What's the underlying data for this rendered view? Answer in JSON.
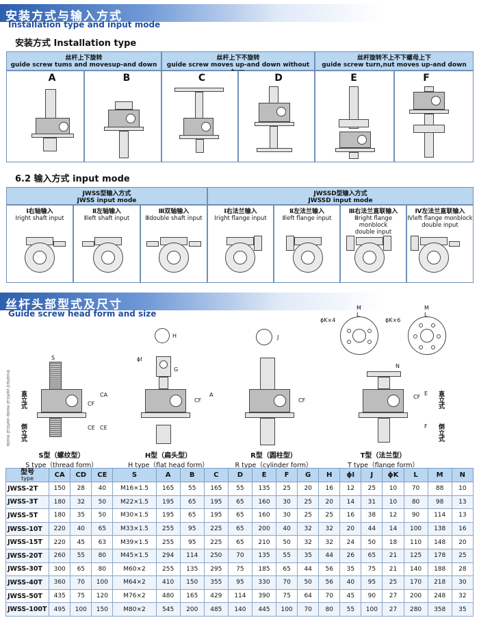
{
  "section1": {
    "title_zh": "安装方式与输入方式",
    "title_en": "Installation type and input mode",
    "install_heading": "安装方式  Installation type",
    "groups": [
      {
        "zh": "丝杆上下旋转",
        "en": "guide screw tums and movesup-and down"
      },
      {
        "zh": "丝杆上下不旋转",
        "en": "guide screw moves up-and down without tum"
      },
      {
        "zh": "丝杆旋转不上不下螺母上下",
        "en": "guide screw turn,nut moves up-and down"
      }
    ],
    "letters": [
      "A",
      "B",
      "C",
      "D",
      "E",
      "F"
    ],
    "input_heading": "6.2 输入方式  input mode",
    "jwss": {
      "zh": "JWSS型输入方式",
      "en": "JWSS input mode",
      "items": [
        {
          "zh": "Ⅰ右轴输入",
          "en": "Ⅰright shaft input"
        },
        {
          "zh": "Ⅱ左轴输入",
          "en": "Ⅱleft shaft input"
        },
        {
          "zh": "Ⅲ双轴输入",
          "en": "Ⅲdouble shaft input"
        }
      ]
    },
    "jwssd": {
      "zh": "JWSSD型输入方式",
      "en": "JWSSD input mode",
      "items": [
        {
          "zh": "Ⅰ右法兰输入",
          "en": "Ⅰright flange input",
          "en2": ""
        },
        {
          "zh": "Ⅱ左法兰输入",
          "en": "Ⅱleft flange input",
          "en2": ""
        },
        {
          "zh": "Ⅲ右法兰直联输入",
          "en": "Ⅲright flange monblock",
          "en2": "double input"
        },
        {
          "zh": "Ⅳ左法兰直联输入",
          "en": "Ⅳleft flange monblock",
          "en2": "double input"
        }
      ]
    }
  },
  "section2": {
    "title_zh": "丝杆头部型式及尺寸",
    "title_en": "Guide screw head form and size",
    "vertical_labels": {
      "zh1": "直立式",
      "zh2": "倒立式",
      "en": "Inverted vertical mode  vertical mode"
    },
    "phi_k": "ϕK×4",
    "phi_k6": "ϕK×6",
    "dims": {
      "M": "M",
      "L": "L",
      "phi_i": "ϕI",
      "H": "H",
      "J": "J",
      "S": "S",
      "G": "G",
      "N": "N",
      "CA": "CA",
      "CF": "CF",
      "CE": "CE",
      "A": "A",
      "E": "E",
      "F": "F"
    },
    "heads": [
      {
        "zh": "S型（螺纹型）",
        "en": "S type（thread form）"
      },
      {
        "zh": "H型（扁头型）",
        "en": "H type（flat head form）"
      },
      {
        "zh": "R型（圆柱型）",
        "en": "R type（cylinder form）"
      },
      {
        "zh": "T型（法兰型）",
        "en": "T type（flange form）"
      }
    ]
  },
  "table": {
    "type_zh": "型号",
    "type_en": "type",
    "columns": [
      "CA",
      "CD",
      "CE",
      "S",
      "A",
      "B",
      "C",
      "D",
      "E",
      "F",
      "G",
      "H",
      "ϕI",
      "J",
      "ϕK",
      "L",
      "M",
      "N"
    ],
    "rows": [
      [
        "JWSS-2T",
        "150",
        "28",
        "40",
        "M16×1.5",
        "165",
        "55",
        "165",
        "55",
        "135",
        "25",
        "20",
        "16",
        "12",
        "25",
        "10",
        "70",
        "88",
        "10"
      ],
      [
        "JWSS-3T",
        "180",
        "32",
        "50",
        "M22×1.5",
        "195",
        "65",
        "195",
        "65",
        "160",
        "30",
        "25",
        "20",
        "14",
        "31",
        "10",
        "80",
        "98",
        "13"
      ],
      [
        "JWSS-5T",
        "180",
        "35",
        "50",
        "M30×1.5",
        "195",
        "65",
        "195",
        "65",
        "160",
        "30",
        "25",
        "25",
        "16",
        "38",
        "12",
        "90",
        "114",
        "13"
      ],
      [
        "JWSS-10T",
        "220",
        "40",
        "65",
        "M33×1.5",
        "255",
        "95",
        "225",
        "65",
        "200",
        "40",
        "32",
        "32",
        "20",
        "44",
        "14",
        "100",
        "138",
        "16"
      ],
      [
        "JWSS-15T",
        "220",
        "45",
        "63",
        "M39×1.5",
        "255",
        "95",
        "225",
        "65",
        "210",
        "50",
        "32",
        "32",
        "24",
        "50",
        "18",
        "110",
        "148",
        "20"
      ],
      [
        "JWSS-20T",
        "260",
        "55",
        "80",
        "M45×1.5",
        "294",
        "114",
        "250",
        "70",
        "135",
        "55",
        "35",
        "44",
        "26",
        "65",
        "21",
        "125",
        "178",
        "25"
      ],
      [
        "JWSS-30T",
        "300",
        "65",
        "80",
        "M60×2",
        "255",
        "135",
        "295",
        "75",
        "185",
        "65",
        "44",
        "56",
        "35",
        "75",
        "21",
        "140",
        "188",
        "28"
      ],
      [
        "JWSS-40T",
        "360",
        "70",
        "100",
        "M64×2",
        "410",
        "150",
        "355",
        "95",
        "330",
        "70",
        "50",
        "56",
        "40",
        "95",
        "25",
        "170",
        "218",
        "30"
      ],
      [
        "JWSS-50T",
        "435",
        "75",
        "120",
        "M76×2",
        "480",
        "165",
        "429",
        "114",
        "390",
        "75",
        "64",
        "70",
        "45",
        "90",
        "27",
        "200",
        "248",
        "32"
      ],
      [
        "JWSS-100T",
        "495",
        "100",
        "150",
        "M80×2",
        "545",
        "200",
        "485",
        "140",
        "445",
        "100",
        "70",
        "80",
        "55",
        "100",
        "27",
        "280",
        "358",
        "35"
      ]
    ]
  },
  "colors": {
    "banner": "#2e5fae",
    "header_fill": "#b9d7f1",
    "border": "#6f8fb8"
  }
}
